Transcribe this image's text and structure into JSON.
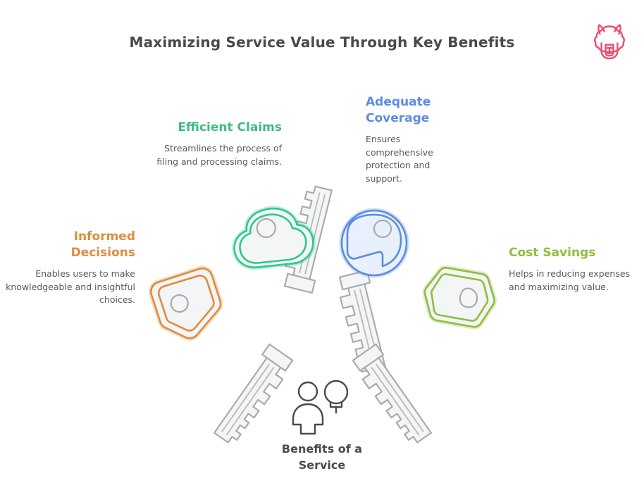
{
  "page": {
    "title": "Maximizing Service Value Through Key Benefits",
    "background_color": "#ffffff",
    "title_color": "#4a4a4a"
  },
  "brand": {
    "logo_icon": "llama-head-icon",
    "logo_color": "#ef4b6e"
  },
  "center": {
    "caption": "Benefits of a Service",
    "caption_line_1": "Benefits of a",
    "caption_line_2": "Service",
    "icons": [
      "person-icon",
      "lightbulb-icon"
    ],
    "icon_color": "#4a4a4a"
  },
  "benefits": [
    {
      "id": "informed-decisions",
      "title": "Informed Decisions",
      "body": "Enables users to make knowledgeable and insightful choices.",
      "color": "#e08b3c",
      "fill": "#fdf1e4",
      "head_shape": "rounded-pentagon",
      "align": "right",
      "key_icon": "key-icon-orange"
    },
    {
      "id": "efficient-claims",
      "title": "Efficient Claims",
      "body": "Streamlines the process of filing and processing claims.",
      "color": "#3cbd7f",
      "fill": "#eefaf4",
      "head_shape": "cloud",
      "align": "right",
      "key_icon": "key-icon-green"
    },
    {
      "id": "adequate-coverage",
      "title": "Adequate Coverage",
      "body": "Ensures comprehensive protection and support.",
      "color": "#5b8ce0",
      "fill": "#e8f0fd",
      "head_shape": "circle",
      "align": "left",
      "key_icon": "key-icon-blue"
    },
    {
      "id": "cost-savings",
      "title": "Cost Savings",
      "body": "Helps in reducing expenses and maximizing value.",
      "color": "#8fbe3c",
      "fill": "#f3f9de",
      "head_shape": "hexagon",
      "align": "left",
      "key_icon": "key-icon-yellowgreen"
    }
  ],
  "key_art": {
    "shaft_stroke": "#a9acad",
    "shaft_fill": "#f4f5f6",
    "count": 4
  }
}
